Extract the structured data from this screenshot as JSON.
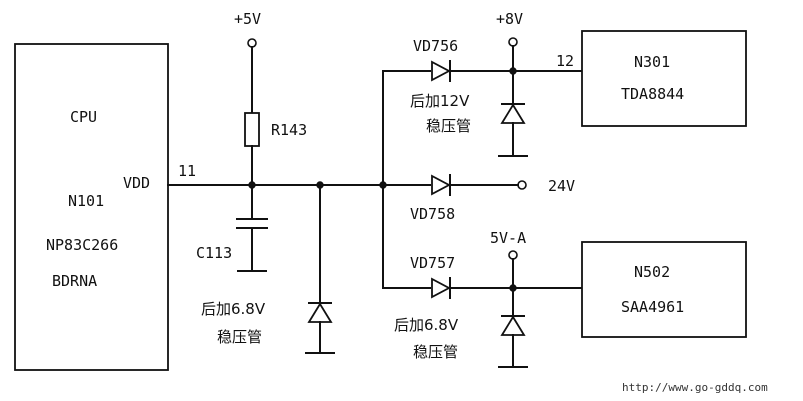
{
  "cpu": {
    "title": "CPU",
    "ref": "N101",
    "part1": "NP83C266",
    "part2": "BDRNA",
    "pin_name": "VDD",
    "pin_number": "11"
  },
  "supply_5v": "+5V",
  "resistor": "R143",
  "capacitor": "C113",
  "zener_left": {
    "line1": "后加6.8V",
    "line2": "稳压管"
  },
  "diode_top": "VD756",
  "supply_8v": "+8V",
  "zener_top": {
    "line1": "后加12V",
    "line2": "稳压管"
  },
  "pin_12": "12",
  "ic_top": {
    "ref": "N301",
    "part": "TDA8844"
  },
  "diode_mid": "VD758",
  "out_24v": "24V",
  "diode_bottom": "VD757",
  "supply_5va": "5V-A",
  "zener_bottom": {
    "line1": "后加6.8V",
    "line2": "稳压管"
  },
  "ic_bottom": {
    "ref": "N502",
    "part": "SAA4961"
  },
  "watermark": "http://www.go-gddq.com"
}
